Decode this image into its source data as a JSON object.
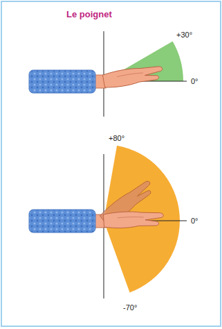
{
  "diagram": {
    "title": "Le poignet",
    "labels": [
      "+30°",
      "0°",
      "+80°",
      "0°",
      "-70°"
    ]
  }
}
